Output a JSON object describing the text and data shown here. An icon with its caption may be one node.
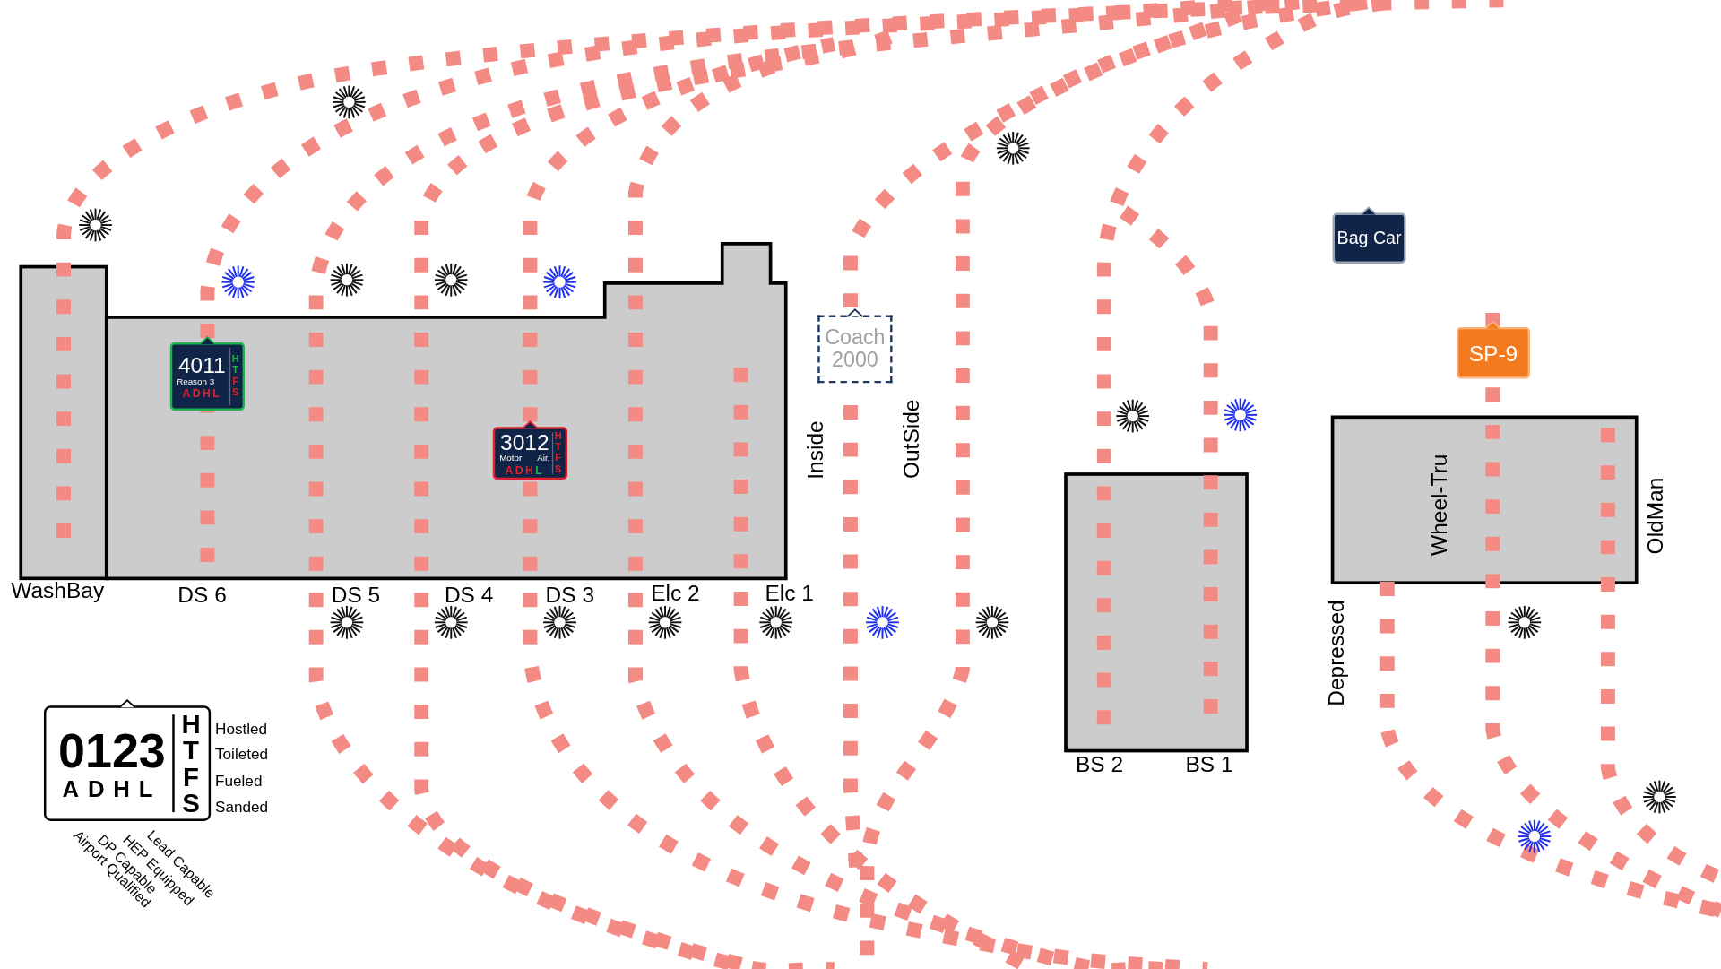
{
  "diagram": {
    "nodes": [
      {
        "text": [
          "Bag Car"
        ]
      },
      {
        "text": [
          "Coach 2000"
        ]
      },
      {
        "text": [
          "SP-9"
        ]
      },
      {
        "text": [
          "4011",
          "Reason 3",
          "ADHL",
          "HTFS"
        ]
      },
      {
        "text": [
          "3012",
          "Motor",
          "Air,",
          "ADHL",
          "HTFS"
        ]
      },
      {
        "text": [
          "0123",
          "ADHL",
          "HTFS"
        ],
        "beside": [
          "Hostled",
          "Toileted",
          "Fueled",
          "Sanded",
          "Lead Capable",
          "HEP Equipped",
          "DP Capable",
          "Airport Qualified"
        ]
      }
    ],
    "labels": [
      "WashBay",
      "DS 6",
      "DS 5",
      "DS 4",
      "DS 3",
      "Elc 2",
      "Elc 1",
      "Inside",
      "OutSide",
      "BS 2",
      "BS 1",
      "Wheel-Tru",
      "OldMan",
      "Depressed"
    ]
  }
}
